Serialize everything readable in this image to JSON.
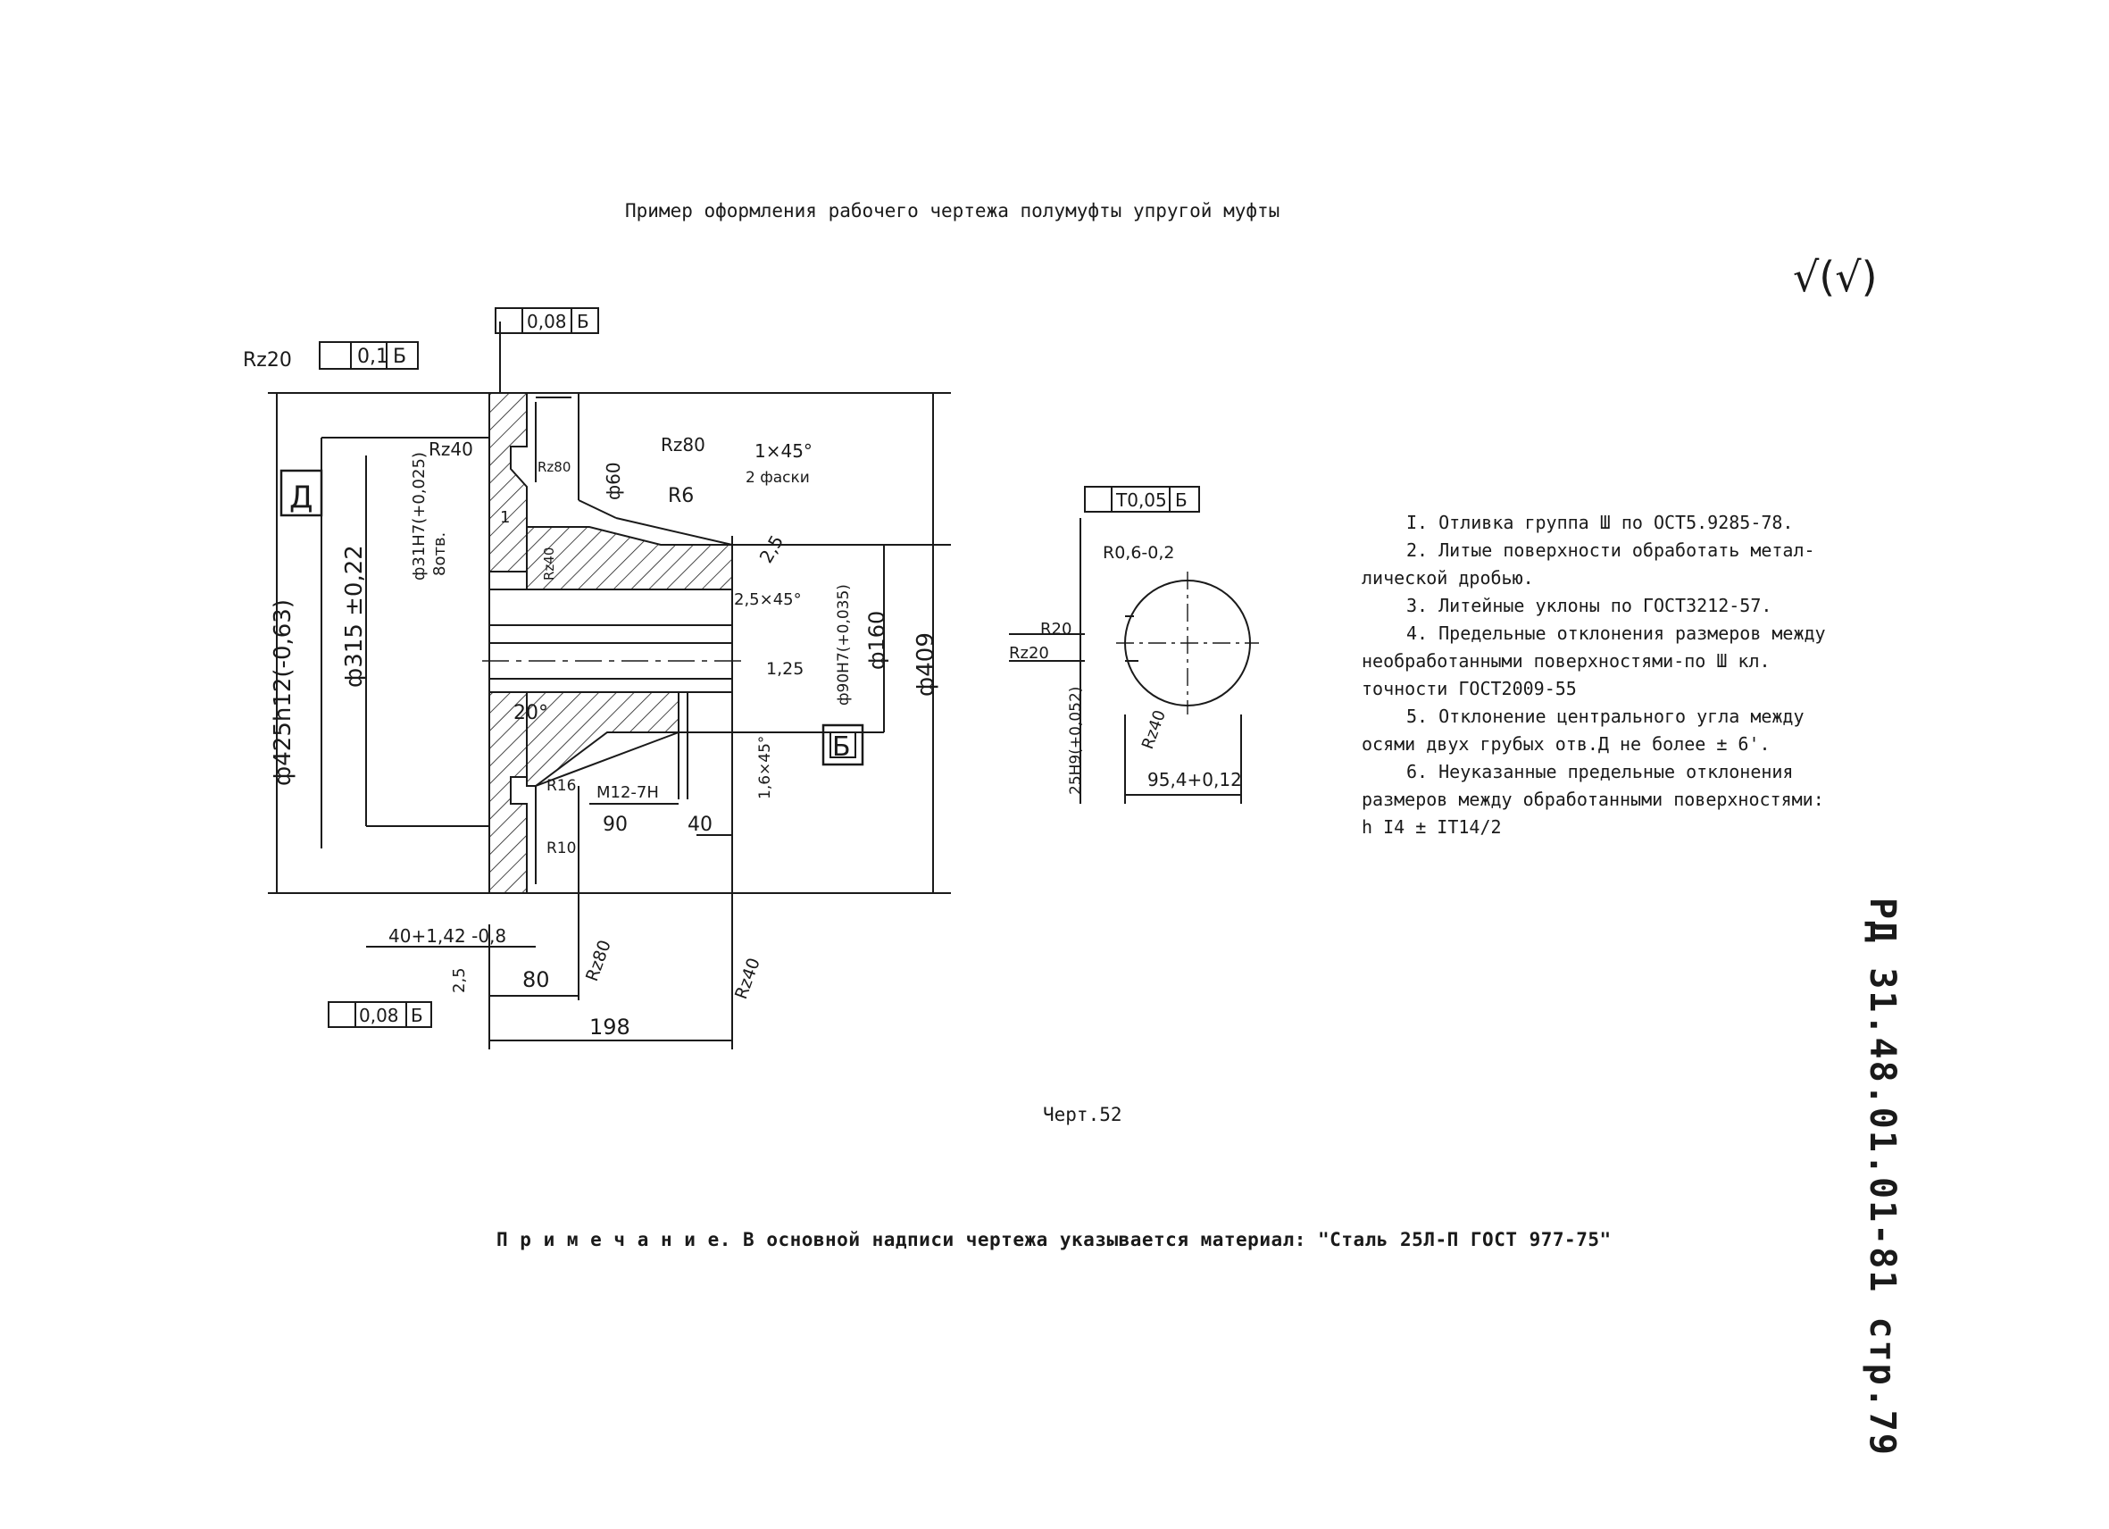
{
  "caption": "Пример оформления рабочего чертежа полумуфты упругой муфты",
  "roughness_general": "√(√)",
  "figure_label": "Черт.52",
  "footnote": {
    "lead": "П р и м е ч а н и е.",
    "text": "В основной надписи чертежа указывается материал: \"Сталь 25Л-П ГОСТ 977-75\""
  },
  "side_code": "РД 31.48.01.01-81 стр.79",
  "notes": [
    "I. Отливка группа Ш по ОСТ5.9285-78.",
    "2. Литые поверхности обработать метал-",
    "лической дробью.",
    "3. Литейные уклоны по ГОСТ3212-57.",
    "4. Предельные отклонения размеров между",
    "необработанными поверхностями-по Ш кл.",
    "точности ГОСТ2009-55",
    "5. Отклонение центрального угла между",
    "осями двух грубых отв.Д не более ± 6'.",
    "6. Неуказанные предельные отклонения",
    "размеров между обработанными поверхностями:",
    "h I4 ± IT14/2"
  ],
  "dims": {
    "tol_top_parallel": "0,1",
    "tol_top_runout": "0,08",
    "tol_bottom_runout": "0,08",
    "tol_keyway": "T0,05",
    "datum": "Б",
    "rz20_top": "Rz20",
    "rz40": "Rz40",
    "rz80": "Rz80",
    "rz80_b": "Rz80",
    "rz40_b": "Rz40",
    "rz80_c": "Rz80",
    "rz40_c": "Rz40",
    "d425": "ф425h12(-0,63)",
    "d315": "ф315 ±0,22",
    "d31": "ф31Н7(+0,025)",
    "holes8": "8отв.",
    "d60": "ф60",
    "chamfer1": "1×45°",
    "chamfer1b": "2 фаски",
    "r6": "R6",
    "val25": "2,5",
    "chamfer25": "2,5×45°",
    "d90": "ф90Н7(+0,035)",
    "d160": "ф160",
    "d409": "ф409",
    "val125": "1,25",
    "datum_box": "Б",
    "ang20": "20°",
    "r16": "R16",
    "m12": "M12-7H",
    "r10": "R10",
    "dim90": "90",
    "dim40": "40",
    "chamfer16": "1,6×45°",
    "dim40b": "40+1,42 -0,8",
    "dim25b": "2,5",
    "dim80": "80",
    "dim198": "198",
    "sect_d": "Д",
    "r06": "R0,6-0,2",
    "kw_r20": "R20",
    "kw_rz20": "Rz20",
    "kw_25": "25Н9(+0,052)",
    "kw_rz40": "Rz40",
    "kw_954": "95,4+0,12",
    "val1": "1"
  }
}
